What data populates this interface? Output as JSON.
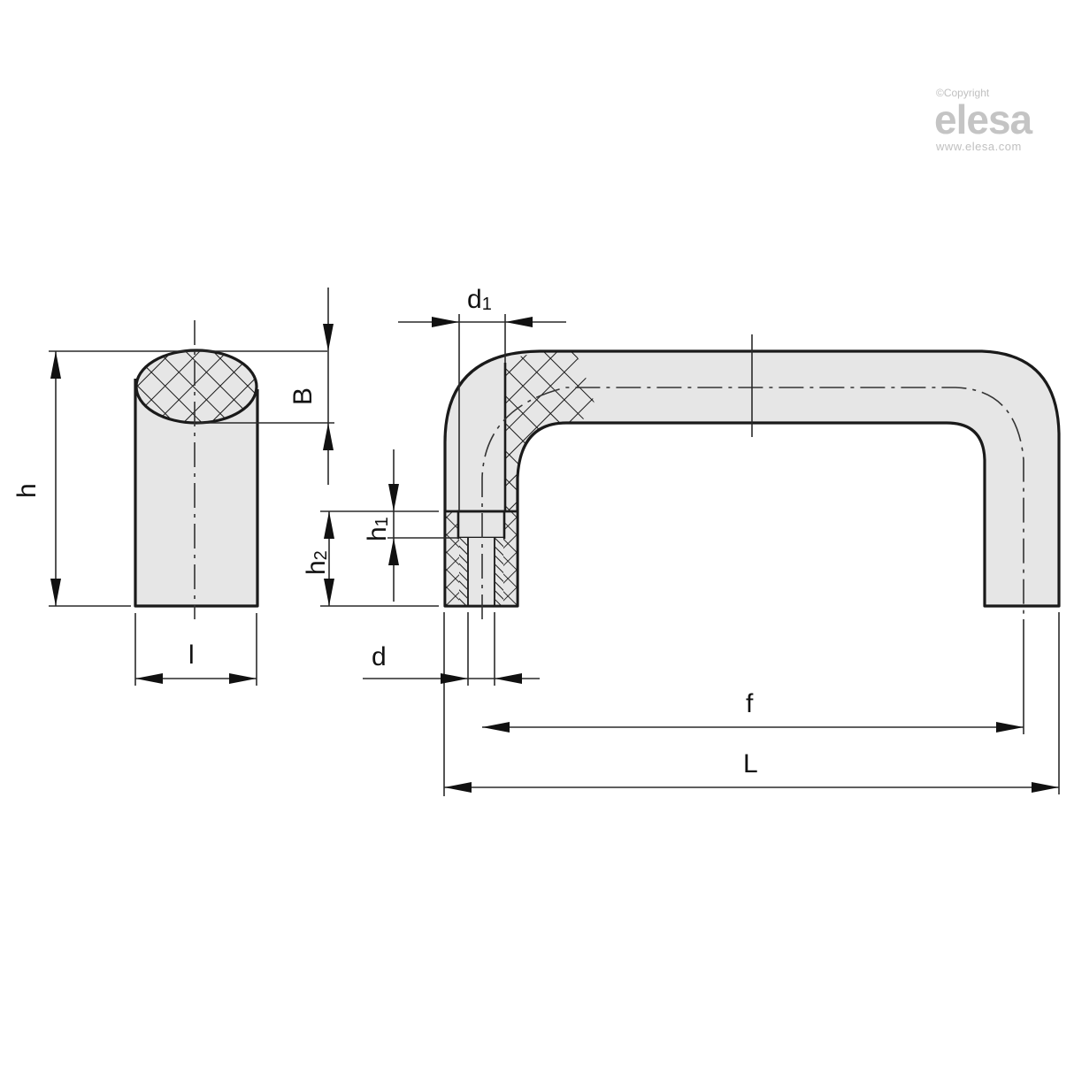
{
  "branding": {
    "copyright": "©Copyright",
    "name": "elesa",
    "url": "www.elesa.com",
    "color": "#c4c4c4"
  },
  "drawing": {
    "title": "Handle dimension drawing",
    "fill_color": "#e6e6e6",
    "line_color": "#1a1a1a",
    "dimensions": {
      "h": "h",
      "B": "B",
      "l": "l",
      "d1_main": "d",
      "d1_sub": "1",
      "h1_main": "h",
      "h1_sub": "1",
      "h2_main": "h",
      "h2_sub": "2",
      "d": "d",
      "f": "f",
      "L": "L"
    }
  }
}
